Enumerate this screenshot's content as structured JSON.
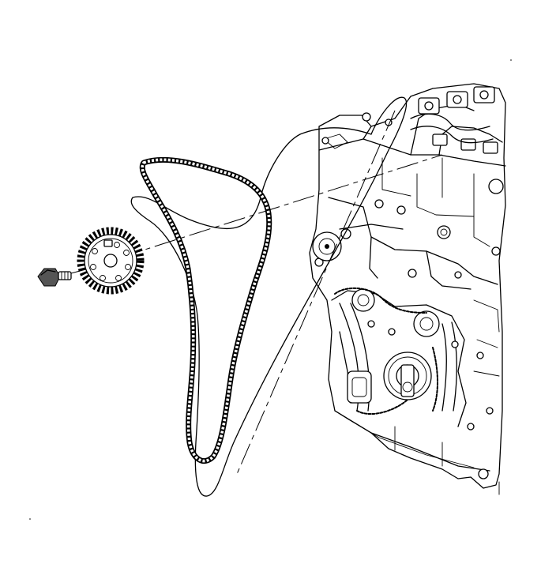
{
  "diagram": {
    "parts": [
      {
        "id": "crankshaft-sprocket-bolt",
        "icon": "hex-bolt-icon"
      },
      {
        "id": "crankshaft-sprocket",
        "icon": "sprocket-icon"
      },
      {
        "id": "timing-chain",
        "icon": "chain-icon"
      },
      {
        "id": "timing-chain-guide",
        "icon": "chain-guide-icon"
      },
      {
        "id": "engine-block",
        "icon": "engine-icon"
      }
    ],
    "colors": {
      "line": "#000000",
      "background": "#ffffff"
    }
  }
}
